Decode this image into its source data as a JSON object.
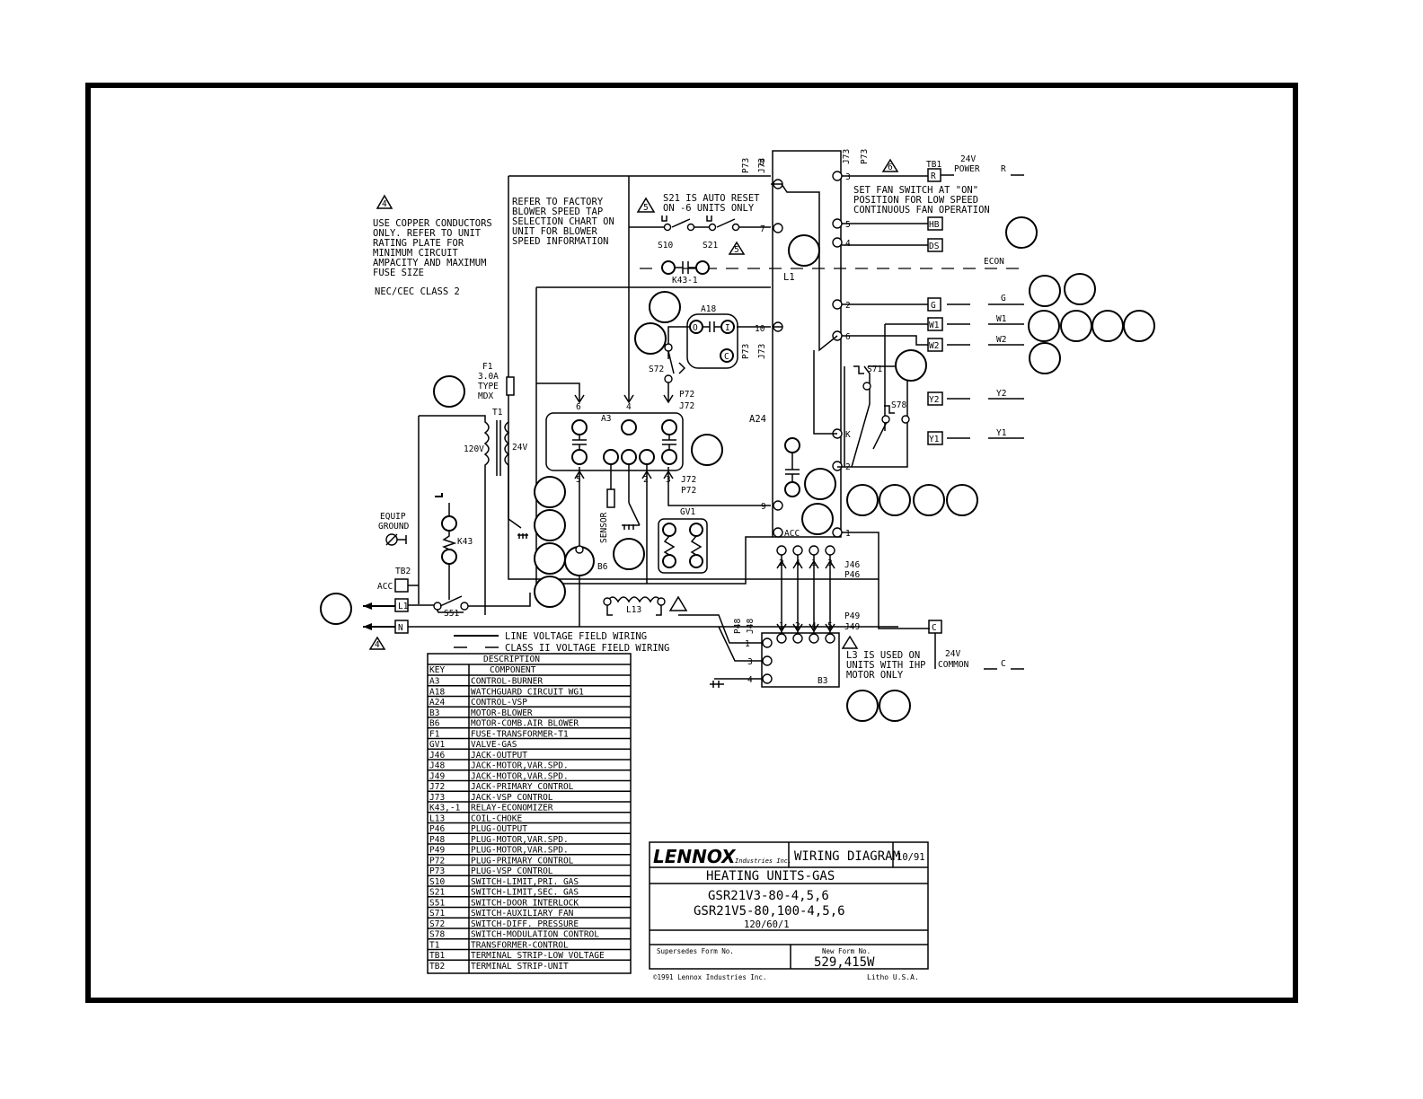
{
  "notes": {
    "note4_marker": "4",
    "note4_lines": [
      "USE COPPER CONDUCTORS",
      "ONLY. REFER TO UNIT",
      "RATING PLATE FOR",
      "MINIMUM CIRCUIT",
      "AMPACITY AND MAXIMUM",
      "FUSE SIZE"
    ],
    "nec_class": "NEC/CEC CLASS 2",
    "factory_lines": [
      "REFER TO FACTORY",
      "BLOWER SPEED TAP",
      "SELECTION CHART ON",
      "UNIT FOR BLOWER",
      "SPEED INFORMATION"
    ],
    "note5_marker": "5",
    "note5_lines": [
      "S21 IS AUTO RESET",
      "ON -6 UNITS ONLY"
    ],
    "note6_marker": "6",
    "note6_lines": [
      "SET FAN SWITCH AT \"ON\"",
      "POSITION FOR LOW SPEED",
      "CONTINUOUS FAN OPERATION"
    ],
    "l3_lines": [
      "L3 IS USED ON",
      "UNITS WITH IHP",
      "MOTOR ONLY"
    ]
  },
  "labels": {
    "p73": "P73",
    "j73": "J73",
    "tb1": "TB1",
    "power_24v": [
      "24V",
      "POWER"
    ],
    "r": "R",
    "econ": "ECON",
    "g_wire": "G",
    "w1_wire": "W1",
    "w2_wire": "W2",
    "y2_wire": "Y2",
    "y1_wire": "Y1",
    "s10": "S10",
    "s21": "S21",
    "k43_1": "K43-1",
    "l1": "L1",
    "a18": "A18",
    "a18_o": "O",
    "a18_i": "I",
    "a18_c": "C",
    "s72": "S72",
    "p72": "P72",
    "j72": "J72",
    "a3": "A3",
    "a24": "A24",
    "f1": [
      "F1",
      "3.0A",
      "TYPE",
      "MDX"
    ],
    "t1": "T1",
    "v120": "120V",
    "v24": "24V",
    "equip_ground": [
      "EQUIP",
      "GROUND"
    ],
    "k43": "K43",
    "tb2": "TB2",
    "acc": "ACC",
    "l1_term": "L1",
    "n_term": "N",
    "s51": "S51",
    "sensor": "SENSOR",
    "b6": "B6",
    "gv1": "GV1",
    "l13": "L13",
    "s71": "S71",
    "s78": "S78",
    "acc_a24": "ACC",
    "j46": "J46",
    "p46": "P46",
    "p48": "P48",
    "j48": "J48",
    "p49": "P49",
    "j49": "J49",
    "b3": "B3",
    "c_term": "C",
    "common_24v": [
      "24V",
      "COMMON"
    ],
    "c_wire": "C",
    "term_r": "R",
    "term_hb": "HB",
    "term_ds": "DS",
    "term_g": "G",
    "term_w1": "W1",
    "term_w2": "W2",
    "term_y2": "Y2",
    "term_y1": "Y1",
    "pin_3": "3",
    "pin_5": "5",
    "pin_4": "4",
    "pin_2": "2",
    "pin_6": "6",
    "pin_7": "7",
    "pin_8": "8",
    "pin_10": "10",
    "pin_9": "9",
    "pin_1": "1",
    "pin_k": "K",
    "a3_pin6": "6",
    "a3_pin4": "4",
    "a3_pin5": "5",
    "a3_pin2": "2",
    "a3_pin3": "3",
    "a3_pin3b": "3",
    "j46_2": "2",
    "j46_4": "4",
    "j46_1": "1",
    "j46_3": "3",
    "j49_1": "1",
    "j49_2": "2",
    "j49_4": "4",
    "j49_5": "5",
    "b3_1": "1",
    "b3_3": "3",
    "b3_4": "4"
  },
  "legend_lines": {
    "line_voltage": "LINE VOLTAGE FIELD WIRING",
    "class2_voltage": "CLASS II VOLTAGE FIELD WIRING"
  },
  "parts_table": {
    "header_top": "DESCRIPTION",
    "header_key": "KEY",
    "header_component": "COMPONENT",
    "rows": [
      {
        "key": "A3",
        "component": "CONTROL-BURNER"
      },
      {
        "key": "A18",
        "component": "WATCHGUARD CIRCUIT WG1"
      },
      {
        "key": "A24",
        "component": "CONTROL-VSP"
      },
      {
        "key": "B3",
        "component": "MOTOR-BLOWER"
      },
      {
        "key": "B6",
        "component": "MOTOR-COMB.AIR BLOWER"
      },
      {
        "key": "F1",
        "component": "FUSE-TRANSFORMER-T1"
      },
      {
        "key": "GV1",
        "component": "VALVE-GAS"
      },
      {
        "key": "J46",
        "component": "JACK-OUTPUT"
      },
      {
        "key": "J48",
        "component": "JACK-MOTOR,VAR.SPD."
      },
      {
        "key": "J49",
        "component": "JACK-MOTOR,VAR.SPD."
      },
      {
        "key": "J72",
        "component": "JACK-PRIMARY CONTROL"
      },
      {
        "key": "J73",
        "component": "JACK-VSP CONTROL"
      },
      {
        "key": "K43,-1",
        "component": "RELAY-ECONOMIZER"
      },
      {
        "key": "L13",
        "component": "COIL-CHOKE"
      },
      {
        "key": "P46",
        "component": "PLUG-OUTPUT"
      },
      {
        "key": "P48",
        "component": "PLUG-MOTOR,VAR.SPD."
      },
      {
        "key": "P49",
        "component": "PLUG-MOTOR,VAR.SPD."
      },
      {
        "key": "P72",
        "component": "PLUG-PRIMARY CONTROL"
      },
      {
        "key": "P73",
        "component": "PLUG-VSP CONTROL"
      },
      {
        "key": "S10",
        "component": "SWITCH-LIMIT,PRI. GAS"
      },
      {
        "key": "S21",
        "component": "SWITCH-LIMIT,SEC. GAS"
      },
      {
        "key": "S51",
        "component": "SWITCH-DOOR INTERLOCK"
      },
      {
        "key": "S71",
        "component": "SWITCH-AUXILIARY FAN"
      },
      {
        "key": "S72",
        "component": "SWITCH-DIFF. PRESSURE"
      },
      {
        "key": "S78",
        "component": "SWITCH-MODULATION CONTROL"
      },
      {
        "key": "T1",
        "component": "TRANSFORMER-CONTROL"
      },
      {
        "key": "TB1",
        "component": "TERMINAL STRIP-LOW VOLTAGE"
      },
      {
        "key": "TB2",
        "component": "TERMINAL STRIP-UNIT"
      }
    ]
  },
  "title_block": {
    "brand": "LENNOX",
    "brand_sub": "Industries Inc.",
    "doc_type": "WIRING DIAGRAM",
    "date": "10/91",
    "heading": "HEATING UNITS-GAS",
    "model_1": "GSR21V3-80-4,5,6",
    "model_2": "GSR21V5-80,100-4,5,6",
    "voltage": "120/60/1",
    "supersedes_label": "Supersedes Form No.",
    "new_form_label": "New Form No.",
    "new_form_number": "529,415W",
    "copyright": "©1991 Lennox Industries Inc.",
    "litho": "Litho U.S.A."
  }
}
